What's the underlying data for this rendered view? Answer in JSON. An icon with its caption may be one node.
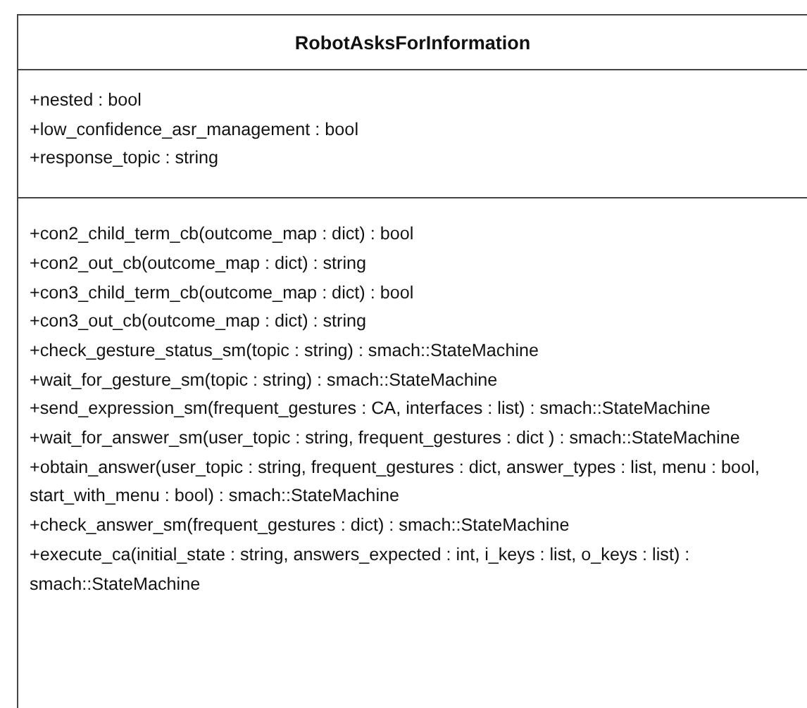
{
  "diagram": {
    "nodes": [
      {
        "text": [
          "RobotAsksForInformation",
          "+nested : bool",
          "+low_confidence_asr_management : bool",
          "+response_topic : string",
          "+con2_child_term_cb(outcome_map : dict) : bool",
          "+con2_out_cb(outcome_map : dict) : string",
          "+con3_child_term_cb(outcome_map : dict) : bool",
          "+con3_out_cb(outcome_map : dict) : string",
          "+check_gesture_status_sm(topic : string) : smach::StateMachine",
          "+wait_for_gesture_sm(topic : string) : smach::StateMachine",
          "+send_expression_sm(frequent_gestures : CA, interfaces : list) : smach::StateMachine",
          "+wait_for_answer_sm(user_topic : string, frequent_gestures : dict ) : smach::StateMachine",
          "+obtain_answer(user_topic : string, frequent_gestures : dict, answer_types : list, menu : bool, start_with_menu : bool) : smach::StateMachine",
          "+check_answer_sm(frequent_gestures : dict) : smach::StateMachine",
          "+execute_ca(initial_state : string, answers_expected : int, i_keys : list, o_keys : list) : smach::StateMachine"
        ]
      }
    ]
  }
}
